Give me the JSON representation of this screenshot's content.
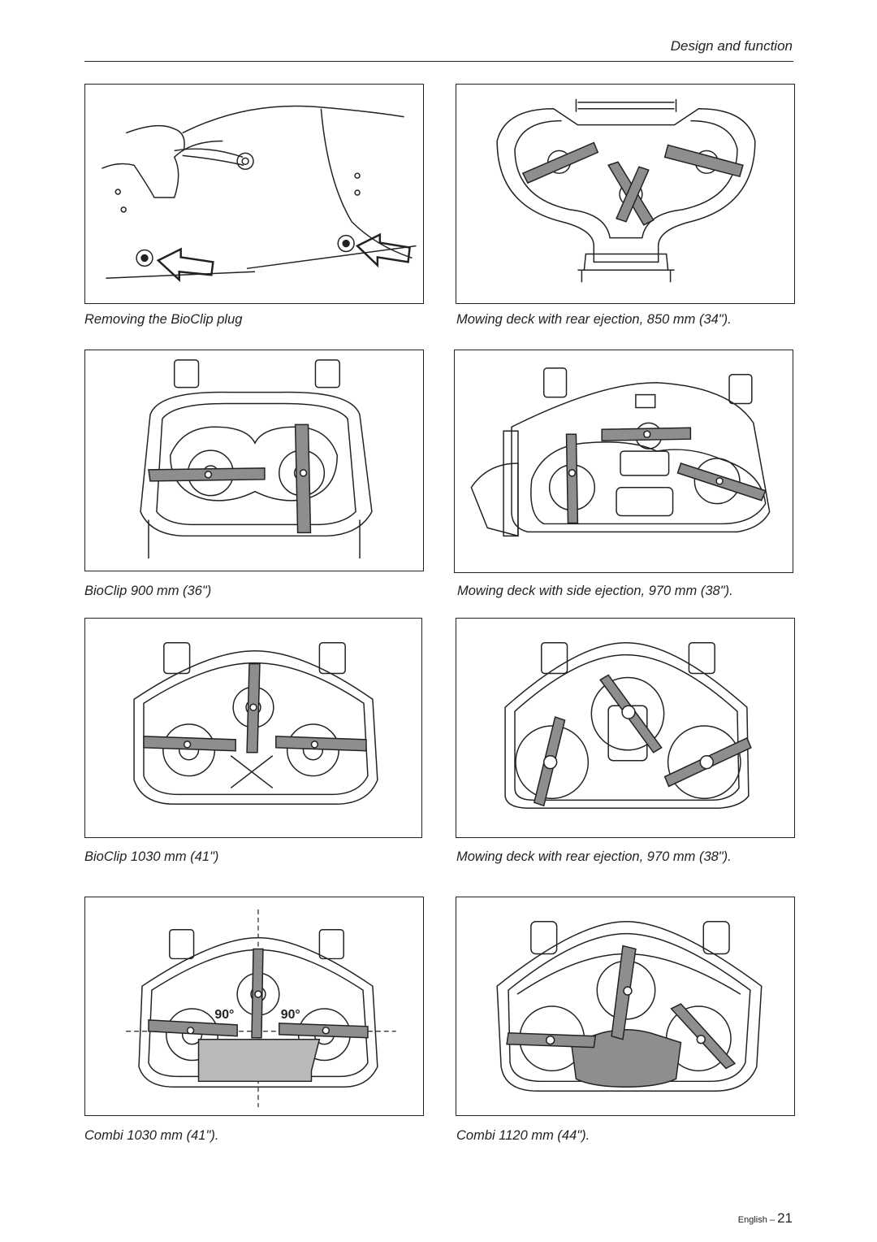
{
  "header": {
    "title": "Design and function"
  },
  "captions": {
    "bioclip_plug": "Removing the BioClip plug",
    "rear_850": "Mowing deck with rear ejection, 850 mm (34\").",
    "bioclip_900": "BioClip 900 mm (36\")",
    "side_970": "Mowing deck with side ejection, 970 mm (38\").",
    "bioclip_1030": "BioClip 1030 mm (41\")",
    "rear_970": "Mowing deck with rear ejection, 970 mm (38\").",
    "combi_1030": "Combi 1030 mm (41\").",
    "combi_1120": "Combi 1120 mm (44\")."
  },
  "angles": {
    "left": "90°",
    "right": "90°"
  },
  "footer": {
    "language": "English – ",
    "page": "21"
  },
  "colors": {
    "blade": "#8e8e8e",
    "plate": "#b9b9b9",
    "line": "#222222"
  }
}
